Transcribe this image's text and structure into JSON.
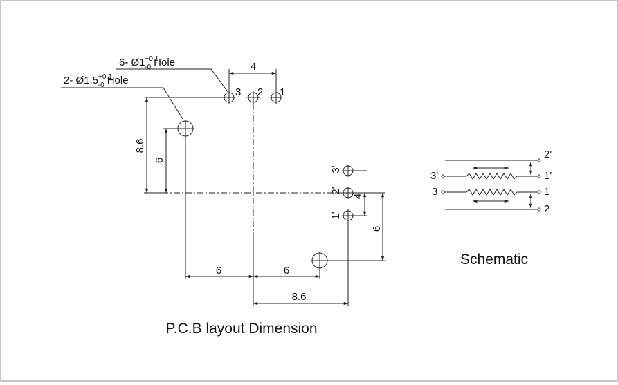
{
  "callouts": {
    "small_holes": {
      "prefix": "6- Ø1",
      "tol_upper": "+0.1",
      "tol_lower": "-0",
      "suffix": "Hole"
    },
    "large_holes": {
      "prefix": "2- Ø1.5",
      "tol_upper": "+0.1",
      "tol_lower": "-0",
      "suffix": "Hole"
    }
  },
  "pin_labels": {
    "top_row": [
      "3",
      "2",
      "1"
    ],
    "side_column": [
      "3'",
      "2'",
      "1'"
    ]
  },
  "dimensions": {
    "top_pitch": "4",
    "side_pitch": "4",
    "left_vertical_outer": "8.6",
    "left_vertical_inner": "6",
    "right_vertical": "6",
    "bottom_left": "6",
    "bottom_right": "6",
    "bottom_overall": "8.6"
  },
  "captions": {
    "layout": "P.C.B layout Dimension",
    "schematic": "Schematic"
  },
  "schematic": {
    "labels": {
      "pin_2p": "2'",
      "pin_1p": "1'",
      "pin_3p": "3'",
      "pin_3": "3",
      "pin_1": "1",
      "pin_2": "2"
    }
  }
}
